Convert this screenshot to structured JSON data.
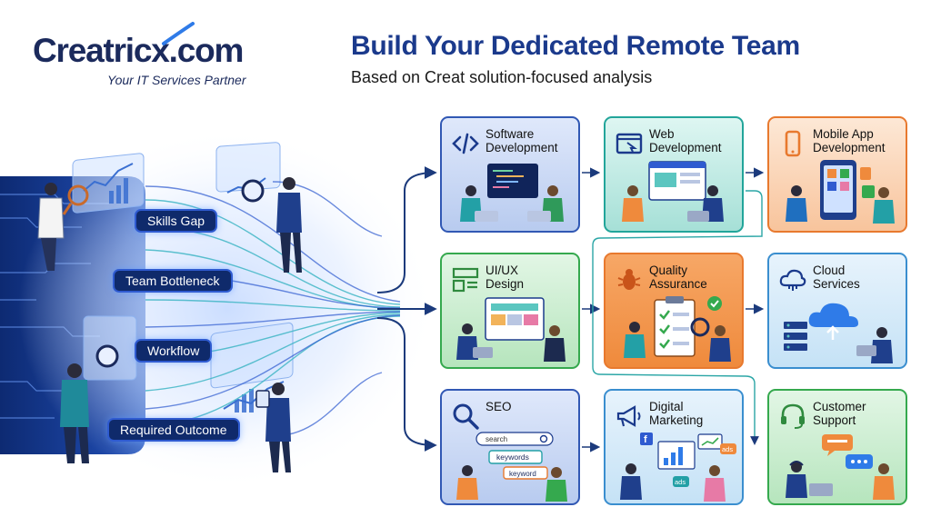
{
  "brand": {
    "logo_text": "Creatricx.com",
    "tagline": "Your IT Services Partner"
  },
  "header": {
    "title": "Build Your Dedicated Remote Team",
    "subtitle": "Based on Creat solution-focused analysis"
  },
  "challenges": [
    {
      "label": "Skills Gap"
    },
    {
      "label": "Team Bottleneck"
    },
    {
      "label": "Workflow"
    },
    {
      "label": "Required Outcome"
    }
  ],
  "services": [
    {
      "title_line1": "Software",
      "title_line2": "Development",
      "icon": "code-icon"
    },
    {
      "title_line1": "Web",
      "title_line2": "Development",
      "icon": "browser-icon"
    },
    {
      "title_line1": "Mobile App",
      "title_line2": "Development",
      "icon": "phone-icon"
    },
    {
      "title_line1": "UI/UX",
      "title_line2": "Design",
      "icon": "layout-icon"
    },
    {
      "title_line1": "Quality",
      "title_line2": "Assurance",
      "icon": "bug-icon"
    },
    {
      "title_line1": "Cloud",
      "title_line2": "Services",
      "icon": "cloud-icon"
    },
    {
      "title_line1": "SEO",
      "title_line2": "",
      "icon": "search-icon"
    },
    {
      "title_line1": "Digital",
      "title_line2": "Marketing",
      "icon": "megaphone-icon"
    },
    {
      "title_line1": "Customer",
      "title_line2": "Support",
      "icon": "headset-icon"
    }
  ],
  "seo_illustration": {
    "search_text": "search",
    "keyword_1": "keywords",
    "keyword_2": "keyword"
  },
  "marketing_illustration": {
    "badge_1": "ads",
    "badge_2": "ads"
  },
  "colors": {
    "navy": "#0f2a6b",
    "title_blue": "#1b3a8c",
    "accent_blue": "#2f5bd0",
    "teal": "#22a59a",
    "orange": "#e8792e",
    "green": "#35a94e"
  }
}
